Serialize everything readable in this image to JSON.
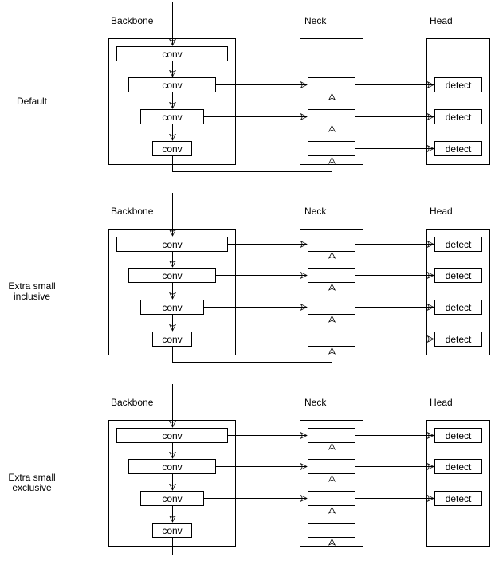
{
  "colors": {
    "line": "#000000",
    "text": "#000000",
    "background": "#ffffff"
  },
  "rows": [
    {
      "side_label": "Default",
      "backbone_label": "Backbone",
      "neck_label": "Neck",
      "head_label": "Head",
      "conv_labels": [
        "conv",
        "conv",
        "conv",
        "conv"
      ],
      "neck_box_count": 3,
      "detect_labels": [
        "detect",
        "detect",
        "detect"
      ]
    },
    {
      "side_label": "Extra small\ninclusive",
      "backbone_label": "Backbone",
      "neck_label": "Neck",
      "head_label": "Head",
      "conv_labels": [
        "conv",
        "conv",
        "conv",
        "conv"
      ],
      "neck_box_count": 4,
      "detect_labels": [
        "detect",
        "detect",
        "detect",
        "detect"
      ]
    },
    {
      "side_label": "Extra small\nexclusive",
      "backbone_label": "Backbone",
      "neck_label": "Neck",
      "head_label": "Head",
      "conv_labels": [
        "conv",
        "conv",
        "conv",
        "conv"
      ],
      "neck_box_count": 4,
      "detect_labels": [
        "detect",
        "detect",
        "detect"
      ]
    }
  ]
}
